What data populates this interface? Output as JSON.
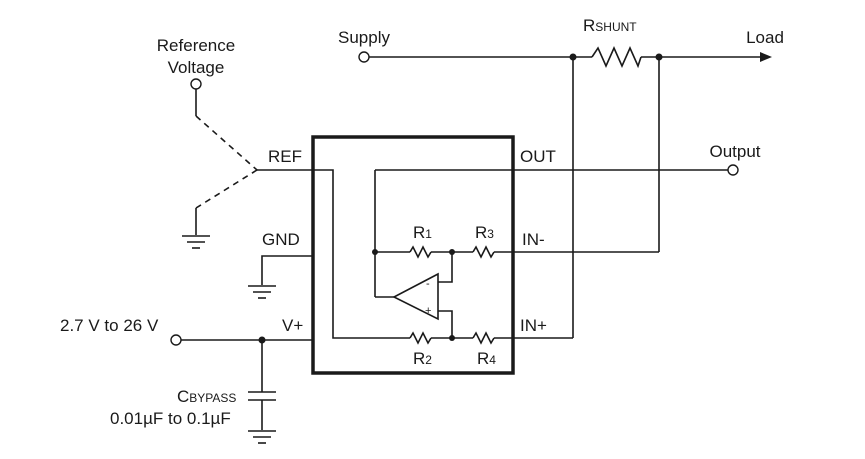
{
  "labels": {
    "reference_voltage_line1": "Reference",
    "reference_voltage_line2": "Voltage",
    "supply": "Supply",
    "rshunt_r": "R",
    "rshunt_sub": "SHUNT",
    "load": "Load",
    "output": "Output",
    "pin_ref": "REF",
    "pin_out": "OUT",
    "pin_gnd": "GND",
    "pin_in_minus": "IN-",
    "pin_in_plus": "IN+",
    "pin_vplus": "V+",
    "r1": "R",
    "r1_sub": "1",
    "r2": "R",
    "r2_sub": "2",
    "r3": "R",
    "r3_sub": "3",
    "r4": "R",
    "r4_sub": "4",
    "supply_range": "2.7 V to 26 V",
    "cbypass_c": "C",
    "cbypass_sub": "BYPASS",
    "cbypass_value": "0.01µF to 0.1µF",
    "opamp_minus": "-",
    "opamp_plus": "+"
  }
}
